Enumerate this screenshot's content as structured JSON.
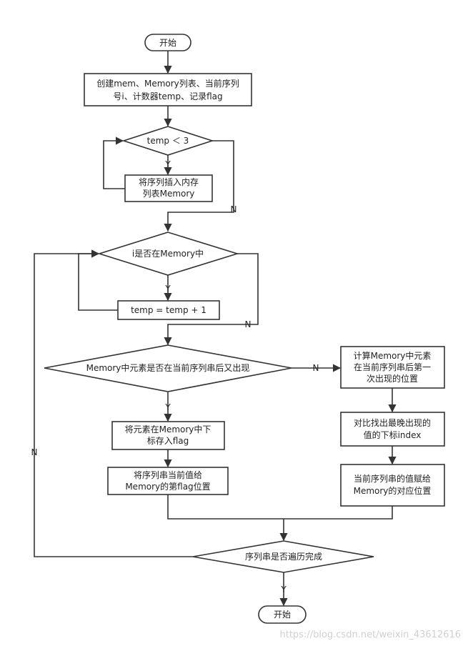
{
  "nodes": {
    "start": "开始",
    "init": [
      "创建mem、Memory列表、当前序列",
      "号i、计数器temp、记录flag"
    ],
    "cond_temp": "temp ＜ 3",
    "insert": [
      "将序列插入内存",
      "列表Memory"
    ],
    "cond_in_memory": "i是否在Memory中",
    "inc_temp": "temp = temp + 1",
    "cond_reappear": "Memory中元素是否在当前序列串后又出现",
    "store_flag": [
      "将元素在Memory中下",
      "标存入flag"
    ],
    "assign_flag": [
      "将序列串当前值给",
      "Memory的第flag位置"
    ],
    "compute_first": [
      "计算Memory中元素",
      "在当前序列串后第一",
      "次出现的位置"
    ],
    "compare_latest": [
      "对比找出最晚出现的",
      "值的下标index"
    ],
    "assign_index": [
      "当前序列串的值赋给",
      "Memory的对应位置"
    ],
    "cond_done": "序列串是否遍历完成",
    "end": "开始"
  },
  "edge_labels": {
    "temp_yes": "Y",
    "temp_no": "N",
    "mem_yes": "Y",
    "mem_no": "N",
    "reappear_yes": "Y",
    "reappear_no": "N",
    "done_no": "N",
    "done_yes": "Y"
  },
  "watermark": "https://blog.csdn.net/weixin_43612616"
}
